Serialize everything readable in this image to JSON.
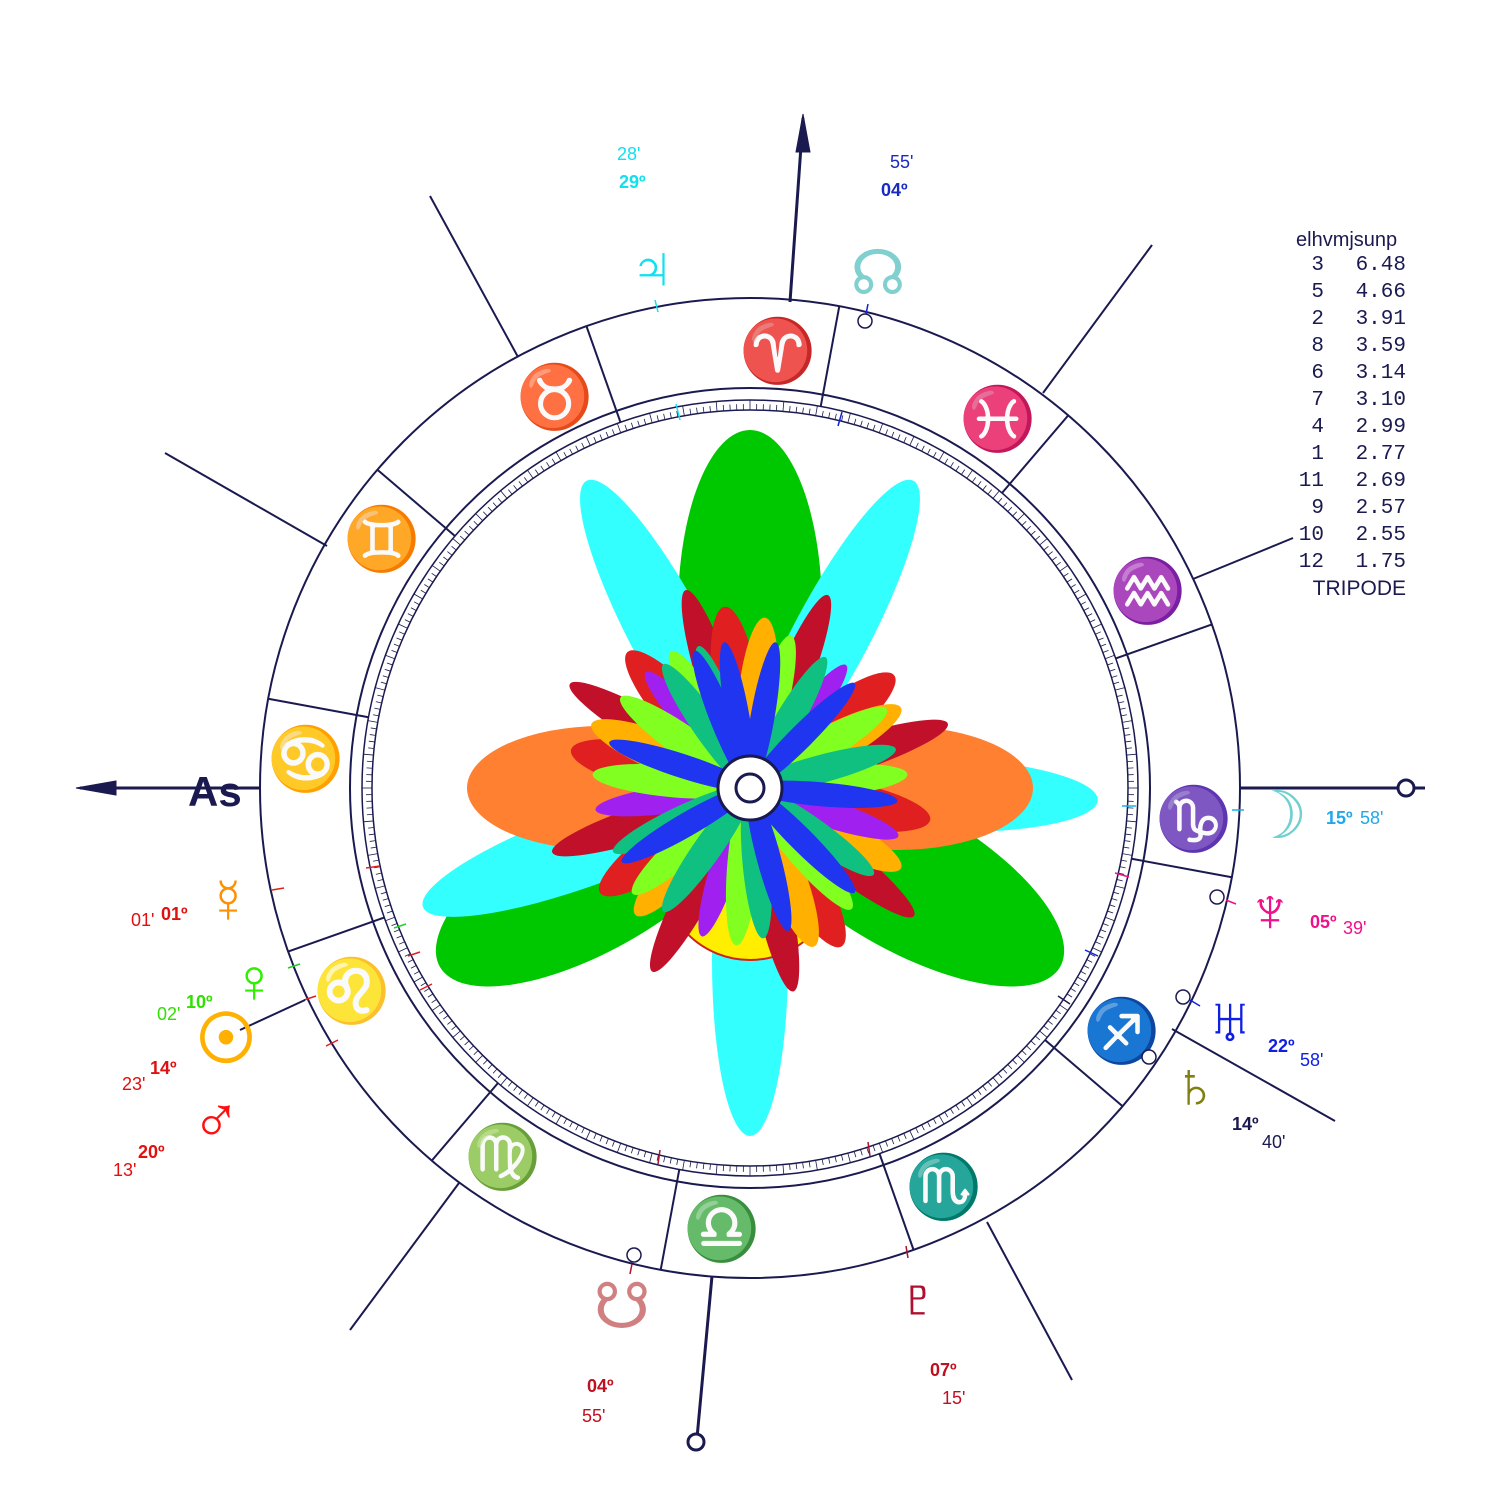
{
  "colors": {
    "wheel": "#1a1a50",
    "petal_green": "#00c800",
    "petal_cyan": "#33ffff",
    "petal_orange": "#ff8030",
    "petal_red": "#e02020",
    "petal_darkred": "#c0102a",
    "petal_yellow": "#ffee00",
    "petal_blue": "#2035f0",
    "petal_purple": "#a020f0",
    "petal_lime": "#80ff20",
    "petal_teal": "#10c080",
    "petal_gold": "#ffb000"
  },
  "angles": {
    "asc_label": "As"
  },
  "signs": [
    {
      "name": "aries",
      "glyph": "♈",
      "color": "#ff1aa0"
    },
    {
      "name": "taurus",
      "glyph": "♉",
      "color": "#ff2050"
    },
    {
      "name": "gemini",
      "glyph": "♊",
      "color": "#ff5010"
    },
    {
      "name": "cancer",
      "glyph": "♋",
      "color": "#ffb000"
    },
    {
      "name": "leo",
      "glyph": "♌",
      "color": "#a0f000"
    },
    {
      "name": "virgo",
      "glyph": "♍",
      "color": "#40e020"
    },
    {
      "name": "libra",
      "glyph": "♎",
      "color": "#10f060"
    },
    {
      "name": "scorpio",
      "glyph": "♏",
      "color": "#20e0c0"
    },
    {
      "name": "sagittarius",
      "glyph": "♐",
      "color": "#10b0f0"
    },
    {
      "name": "capricorn",
      "glyph": "♑",
      "color": "#1a40f0"
    },
    {
      "name": "aquarius",
      "glyph": "♒",
      "color": "#5020f0"
    },
    {
      "name": "pisces",
      "glyph": "♓",
      "color": "#c020f0"
    }
  ],
  "planets": [
    {
      "name": "jupiter",
      "glyph": "♃",
      "color": "#10e0f0",
      "deg": "29º",
      "min": "28'"
    },
    {
      "name": "north-node",
      "glyph": "☊",
      "color": "#80d0d0",
      "deg": "04º",
      "min": "55'"
    },
    {
      "name": "moon",
      "glyph": "☽",
      "color": "#70d0d0",
      "deg": "15º",
      "min": "58'"
    },
    {
      "name": "neptune",
      "glyph": "♆",
      "color": "#f0108a",
      "deg": "05º",
      "min": "39'"
    },
    {
      "name": "uranus",
      "glyph": "♅",
      "color": "#1020e0",
      "deg": "22º",
      "min": "58'"
    },
    {
      "name": "saturn",
      "glyph": "♄",
      "color": "#808010",
      "deg": "14º",
      "min": "40'"
    },
    {
      "name": "pluto",
      "glyph": "♇",
      "color": "#b01030",
      "deg": "07º",
      "min": "15'"
    },
    {
      "name": "south-node",
      "glyph": "☋",
      "color": "#d08080",
      "deg": "04º",
      "min": "55'"
    },
    {
      "name": "mercury",
      "glyph": "☿",
      "color": "#ff9000",
      "deg": "01º",
      "min": "01'"
    },
    {
      "name": "venus",
      "glyph": "♀",
      "color": "#30f000",
      "deg": "10º",
      "min": "02'"
    },
    {
      "name": "sun",
      "glyph": "☉",
      "color": "#ffb000",
      "deg": "14º",
      "min": "23'"
    },
    {
      "name": "mars",
      "glyph": "♂",
      "color": "#ff1010",
      "deg": "20º",
      "min": "13'"
    }
  ],
  "table": {
    "header": "elhvmjsunp",
    "rows": [
      {
        "k": "3",
        "v": "6.48"
      },
      {
        "k": "5",
        "v": "4.66"
      },
      {
        "k": "2",
        "v": "3.91"
      },
      {
        "k": "8",
        "v": "3.59"
      },
      {
        "k": "6",
        "v": "3.14"
      },
      {
        "k": "7",
        "v": "3.10"
      },
      {
        "k": "4",
        "v": "2.99"
      },
      {
        "k": "1",
        "v": "2.77"
      },
      {
        "k": "11",
        "v": "2.69"
      },
      {
        "k": "9",
        "v": "2.57"
      },
      {
        "k": "10",
        "v": "2.55"
      },
      {
        "k": "12",
        "v": "1.75"
      }
    ],
    "footer": "TRIPODE"
  }
}
